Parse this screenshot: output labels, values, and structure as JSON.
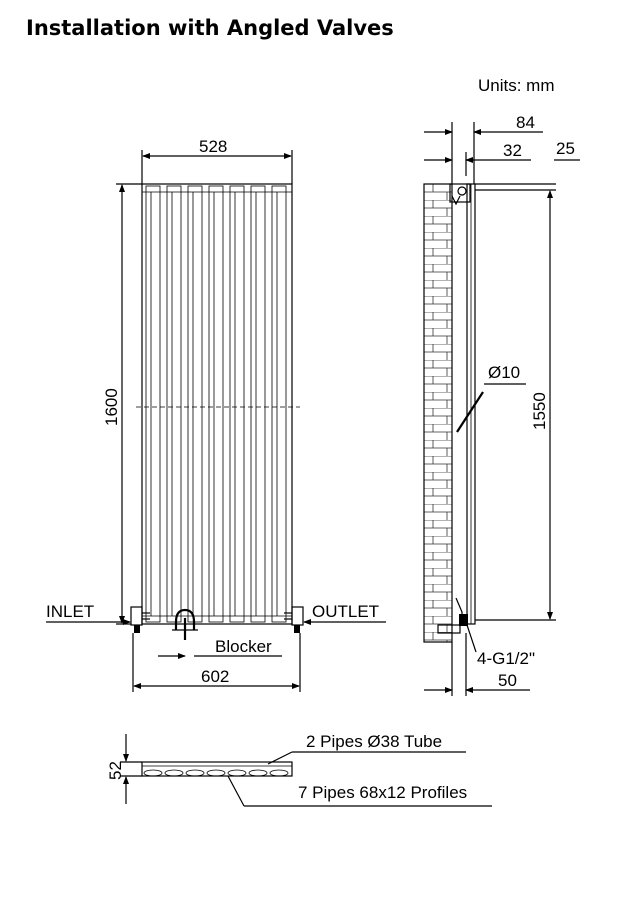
{
  "title": "Installation with Angled Valves",
  "units": "Units: mm",
  "front": {
    "width_top": "528",
    "height": "1600",
    "inlet": "INLET",
    "outlet": "OUTLET",
    "blocker": "Blocker",
    "width_bottom": "602"
  },
  "side": {
    "depth_total": "84",
    "depth_inner": "32",
    "bracket_offset": "25",
    "centers": "1550",
    "rod": "Ø10",
    "connections": "4-G1/2\"",
    "bottom_offset": "50"
  },
  "section": {
    "depth": "52",
    "tube_label": "2 Pipes Ø38 Tube",
    "profile_label": "7 Pipes 68x12 Profiles"
  }
}
